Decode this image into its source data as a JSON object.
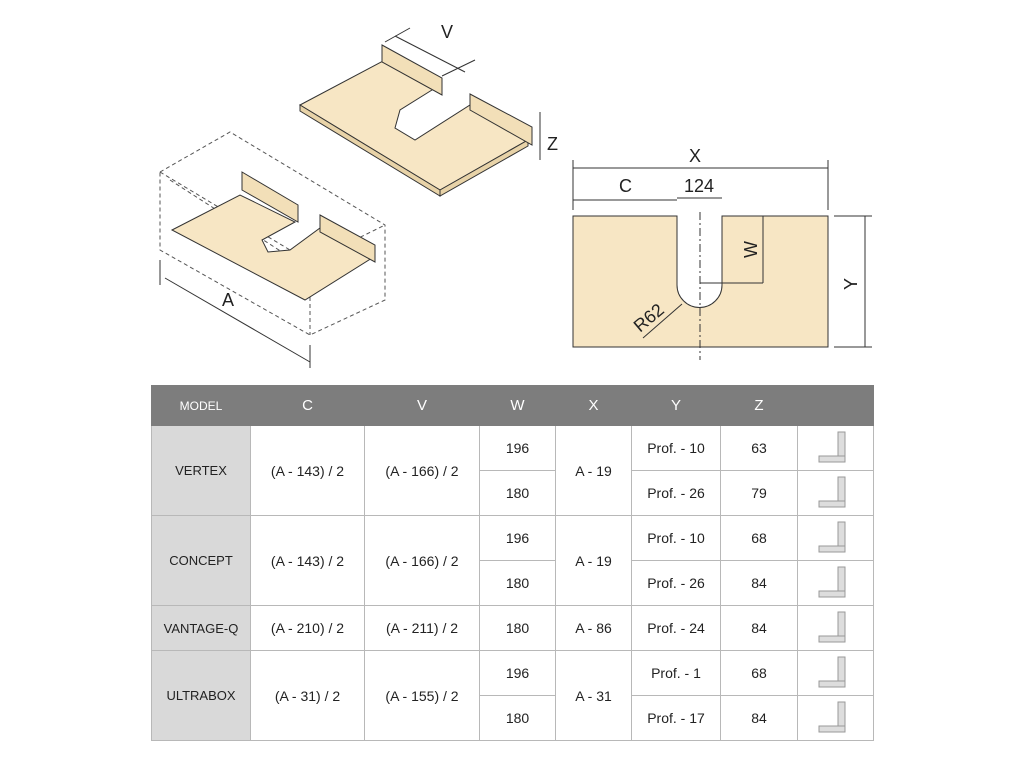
{
  "diagram_labels": {
    "V": "V",
    "Z": "Z",
    "A": "A",
    "X": "X",
    "C": "C",
    "slot_width": "124",
    "W": "W",
    "Y": "Y",
    "radius": "R62"
  },
  "table": {
    "headers": [
      "MODEL",
      "C",
      "V",
      "W",
      "X",
      "Y",
      "Z",
      ""
    ],
    "groups": [
      {
        "model": "VERTEX",
        "C": "(A - 143) / 2",
        "V": "(A - 166) / 2",
        "X": "A - 19",
        "rows": [
          {
            "W": "196",
            "Y": "Prof. - 10",
            "Z": "63"
          },
          {
            "W": "180",
            "Y": "Prof. - 26",
            "Z": "79"
          }
        ]
      },
      {
        "model": "CONCEPT",
        "C": "(A - 143) / 2",
        "V": "(A - 166) / 2",
        "X": "A - 19",
        "rows": [
          {
            "W": "196",
            "Y": "Prof. - 10",
            "Z": "68"
          },
          {
            "W": "180",
            "Y": "Prof. - 26",
            "Z": "84"
          }
        ]
      },
      {
        "model": "VANTAGE-Q",
        "C": "(A - 210) / 2",
        "V": "(A - 211) / 2",
        "X": "A - 86",
        "rows": [
          {
            "W": "180",
            "Y": "Prof. - 24",
            "Z": "84"
          }
        ]
      },
      {
        "model": "ULTRABOX",
        "C": "(A - 31) / 2",
        "V": "(A - 155) / 2",
        "X": "A - 31",
        "rows": [
          {
            "W": "196",
            "Y": "Prof. - 1",
            "Z": "68"
          },
          {
            "W": "180",
            "Y": "Prof. - 17",
            "Z": "84"
          }
        ]
      }
    ]
  },
  "colors": {
    "panel": "#f7e6c4",
    "header": "#7d7d7d",
    "model_cell": "#d9d9d9"
  }
}
